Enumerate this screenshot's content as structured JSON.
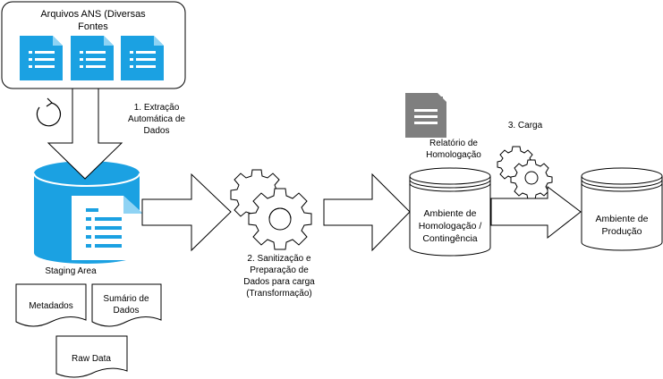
{
  "source_box": {
    "title_line1": "Arquivos ANS (Diversas",
    "title_line2": "Fontes"
  },
  "step1": {
    "line1": "1. Extração",
    "line2": "Automática de",
    "line3": "Dados"
  },
  "staging": {
    "label": "Staging Area"
  },
  "staging_docs": {
    "metadata": "Metadados",
    "summary_line1": "Sumário de",
    "summary_line2": "Dados",
    "raw": "Raw Data"
  },
  "step2": {
    "line1": "2. Sanitização e",
    "line2": "Preparação de",
    "line3": "Dados para carga",
    "line4": "(Transformação)"
  },
  "report": {
    "line1": "Relatório de",
    "line2": "Homologação"
  },
  "step3": {
    "label": "3. Carga"
  },
  "homolog_db": {
    "line1": "Ambiente de",
    "line2": "Homologação /",
    "line3": "Contingência"
  },
  "prod_db": {
    "line1": "Ambiente de",
    "line2": "Produção"
  },
  "colors": {
    "accent_blue": "#1BA1E2",
    "doc_gray": "#7F7F7F",
    "gear_gray": "#9E9E9E",
    "stroke": "#000000"
  }
}
